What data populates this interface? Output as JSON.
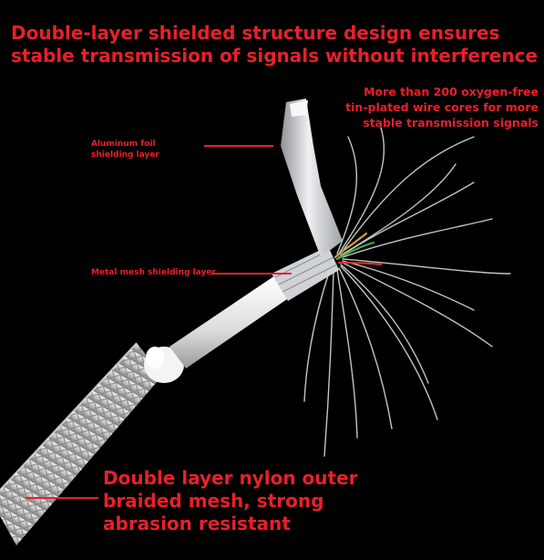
{
  "headline": {
    "lines": [
      "Double-layer shielded structure design ensures",
      "stable transmission of signals without interference"
    ]
  },
  "labels": {
    "cores": [
      "More than 200 oxygen-free",
      "tin-plated wire cores for more",
      "stable transmission signals"
    ],
    "foil": [
      "Aluminum foil",
      "shielding layer"
    ],
    "mesh": "Metal mesh shielding layer",
    "outer": [
      "Double layer nylon outer",
      "braided mesh, strong",
      "abrasion resistant"
    ]
  },
  "colors": {
    "background": "#000000",
    "label_red": "#e8202a",
    "cable_white": "#e8e8e8",
    "foil_silver": "#c9ccd0",
    "wire_silver": "#d8dadc"
  },
  "icons": [
    "cable-photo",
    "callout-line"
  ]
}
